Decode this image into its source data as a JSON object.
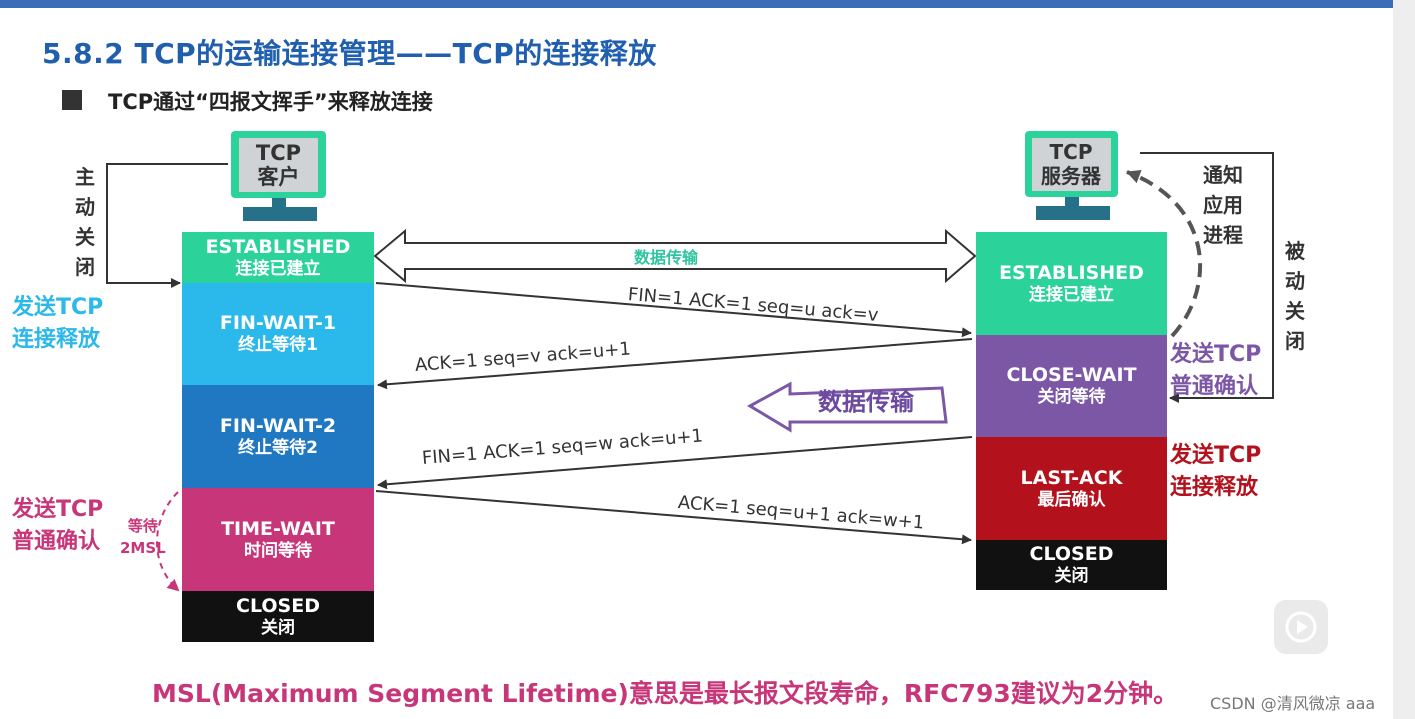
{
  "title": "5.8.2 TCP的运输连接管理——TCP的连接释放",
  "subtitle": "TCP通过“四报文挥手”来释放连接",
  "client": {
    "label_line1": "TCP",
    "label_line2": "客户"
  },
  "server": {
    "label_line1": "TCP",
    "label_line2": "服务器"
  },
  "client_side": {
    "active_close": [
      "主",
      "动",
      "关",
      "闭"
    ],
    "send_release": [
      "发送TCP",
      "连接释放"
    ],
    "send_ack": [
      "发送TCP",
      "普通确认"
    ],
    "wait_2msl": [
      "等待",
      "2MSL"
    ]
  },
  "server_side": {
    "notify_app": [
      "通",
      "知",
      "应",
      "用",
      "进",
      "程"
    ],
    "notify_app_lines": [
      "通知",
      "应用",
      "进程"
    ],
    "passive_close": [
      "被",
      "动",
      "关",
      "闭"
    ],
    "send_ack": [
      "发送TCP",
      "普通确认"
    ],
    "send_release": [
      "发送TCP",
      "连接释放"
    ]
  },
  "client_states": [
    {
      "en": "ESTABLISHED",
      "zh": "连接已建立",
      "color": "#2bd39a"
    },
    {
      "en": "FIN-WAIT-1",
      "zh": "终止等待1",
      "color": "#2bb8ea"
    },
    {
      "en": "FIN-WAIT-2",
      "zh": "终止等待2",
      "color": "#1f78c1"
    },
    {
      "en": "TIME-WAIT",
      "zh": "时间等待",
      "color": "#c8367a"
    },
    {
      "en": "CLOSED",
      "zh": "关闭",
      "color": "#111111"
    }
  ],
  "server_states": [
    {
      "en": "ESTABLISHED",
      "zh": "连接已建立",
      "color": "#2bd39a"
    },
    {
      "en": "CLOSE-WAIT",
      "zh": "关闭等待",
      "color": "#7b57a6"
    },
    {
      "en": "LAST-ACK",
      "zh": "最后确认",
      "color": "#b3121d"
    },
    {
      "en": "CLOSED",
      "zh": "关闭",
      "color": "#111111"
    }
  ],
  "messages": {
    "data_transfer_small": "数据传输",
    "data_transfer_big": "数据传输",
    "m1": "FIN=1  ACK=1  seq=u  ack=v",
    "m2": "ACK=1   seq=v   ack=u+1",
    "m3": "FIN=1   ACK=1   seq=w   ack=u+1",
    "m4": "ACK=1  seq=u+1  ack=w+1"
  },
  "footer": "MSL(Maximum Segment Lifetime)意思是最长报文段寿命，RFC793建议为2分钟。",
  "watermark": "CSDN @清风微凉 aaa",
  "colors": {
    "title_blue": "#1f5fae",
    "cyan": "#2bb8ea",
    "magenta": "#c8367a",
    "purple": "#7b57a6",
    "red": "#b3121d",
    "green": "#2ec4a0"
  }
}
